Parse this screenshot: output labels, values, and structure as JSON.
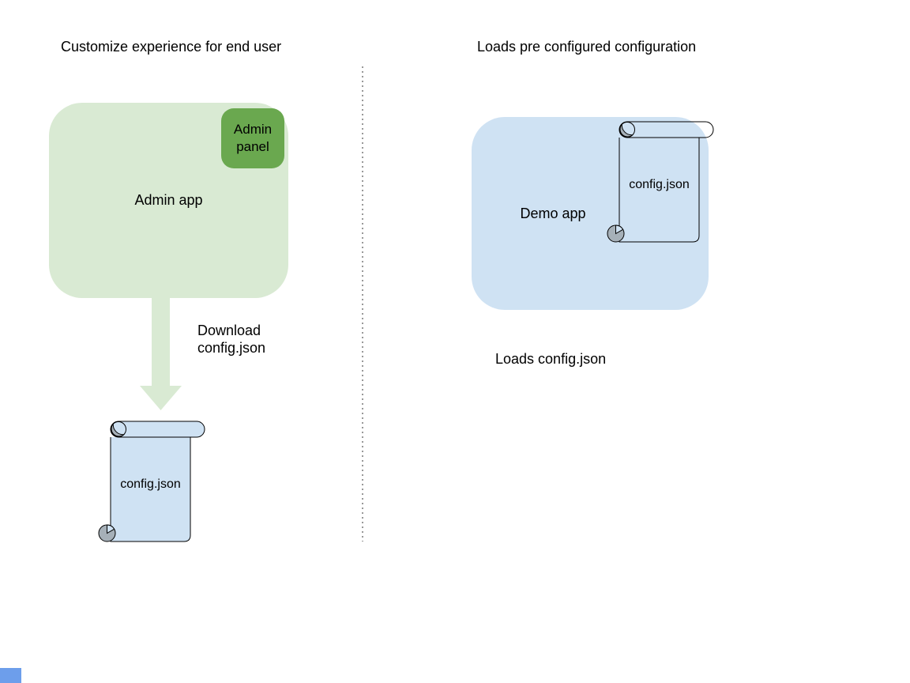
{
  "colors": {
    "green_light": "#d9ead3",
    "green_dark": "#6aa84f",
    "blue_light": "#cfe2f3",
    "scroll_curl_gray": "#a6b0b8",
    "divider_gray": "#999999",
    "corner_square_blue": "#6d9eeb"
  },
  "left_section": {
    "title": "Customize experience for end user",
    "admin_app_label": "Admin app",
    "admin_panel_label": "Admin panel",
    "download_caption": "Download config.json",
    "config_file_label": "config.json"
  },
  "right_section": {
    "title": "Loads pre configured configuration",
    "demo_app_label": "Demo app",
    "config_file_label": "config.json",
    "loads_caption": "Loads config.json"
  }
}
